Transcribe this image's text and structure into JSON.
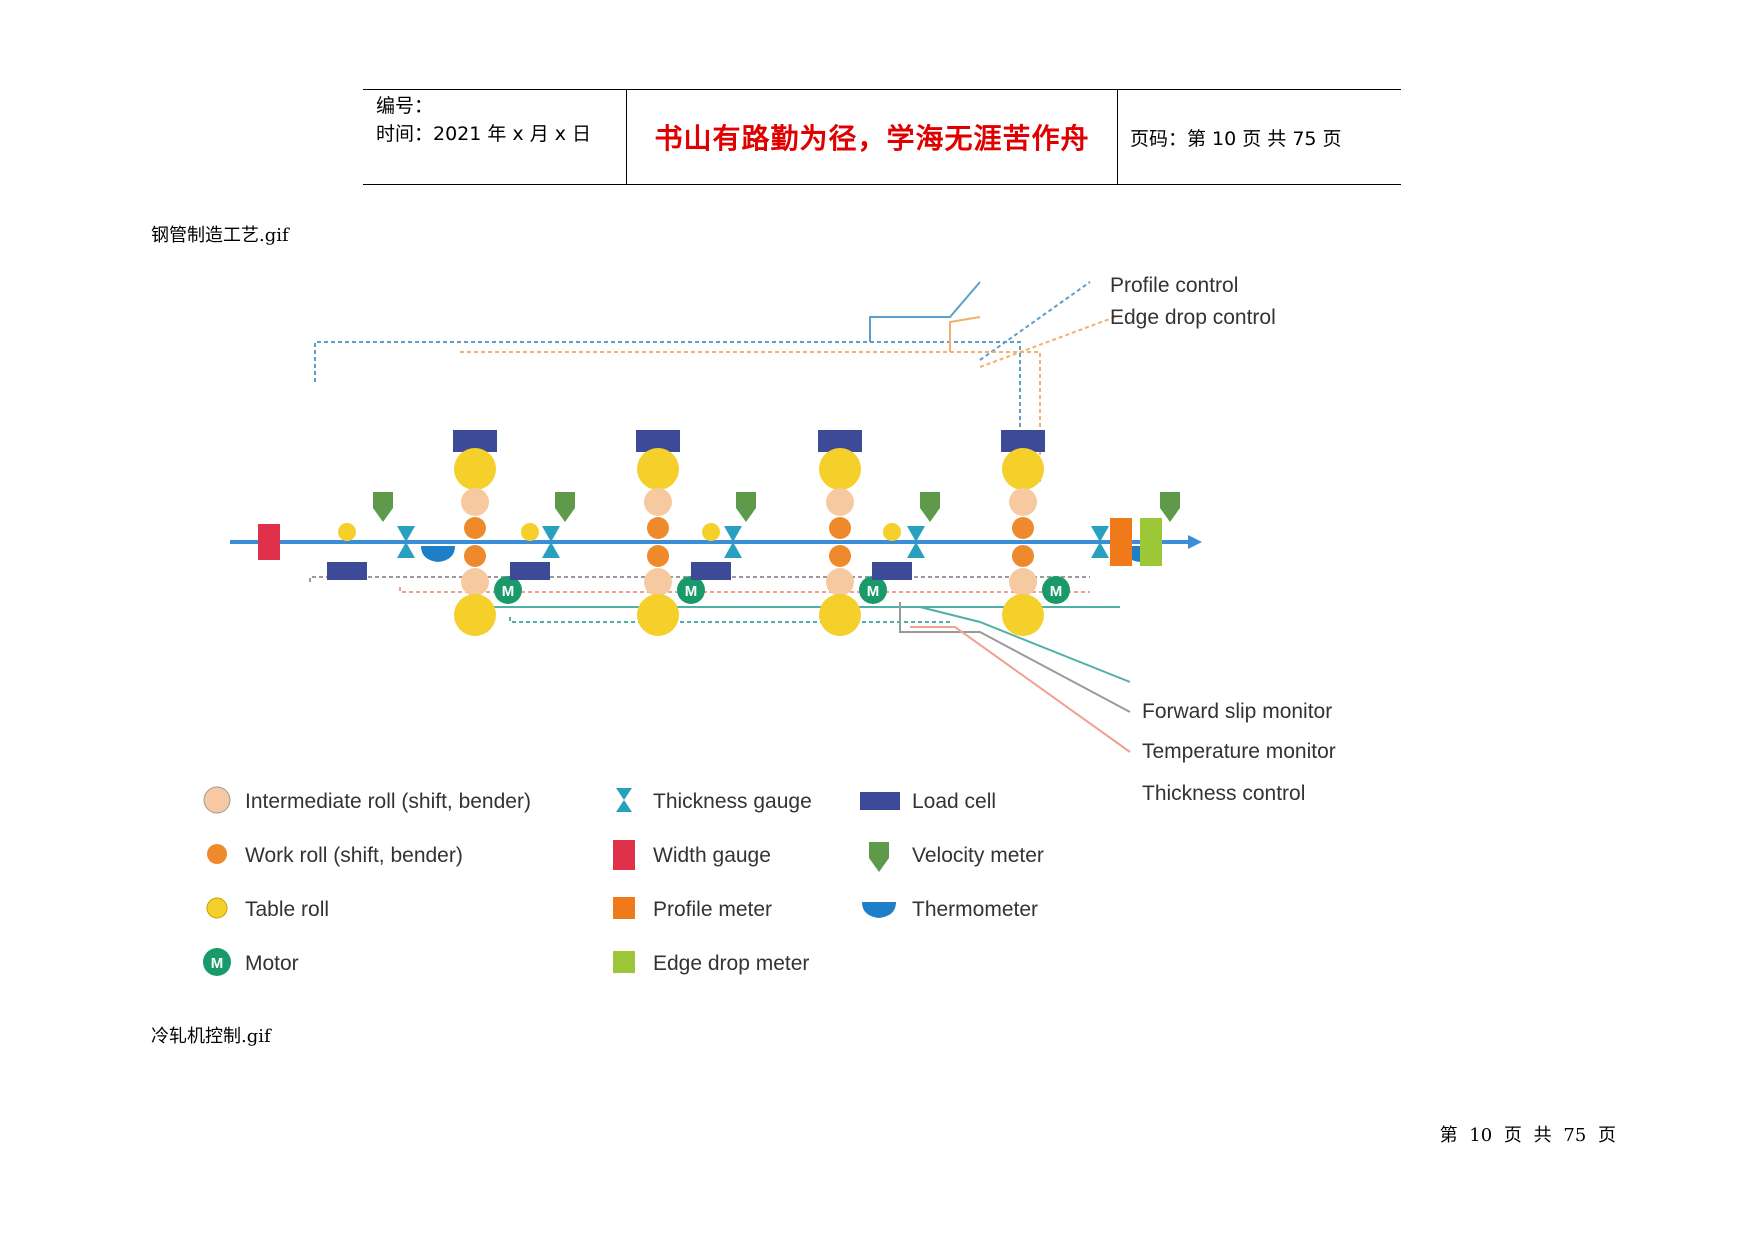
{
  "header": {
    "number_label": "编号：",
    "time_label": "时间：2021 年 x 月 x 日",
    "motto": "书山有路勤为径，学海无涯苦作舟",
    "page_info": "页码：第 10 页  共 75 页"
  },
  "captions": {
    "image1": "钢管制造工艺.gif",
    "image2": "冷轧机控制.gif"
  },
  "diagram": {
    "control_labels": {
      "profile_control": "Profile control",
      "edge_drop_control": "Edge drop control",
      "forward_slip_monitor": "Forward slip monitor",
      "temperature_monitor": "Temperature monitor",
      "thickness_control": "Thickness control"
    },
    "motor_letter": "M",
    "legend": {
      "intermediate_roll": "Intermediate roll (shift, bender)",
      "work_roll": "Work roll (shift, bender)",
      "table_roll": "Table roll",
      "motor": "Motor",
      "thickness_gauge": "Thickness gauge",
      "width_gauge": "Width gauge",
      "profile_meter": "Profile meter",
      "edge_drop_meter": "Edge drop meter",
      "load_cell": "Load cell",
      "velocity_meter": "Velocity meter",
      "thermometer": "Thermometer"
    },
    "colors": {
      "strip": "#3a8ed8",
      "backup_roll": "#f5cf2a",
      "intermediate_roll": "#f7c9a0",
      "work_roll": "#ee8a2c",
      "load_cell": "#3c4a98",
      "motor": "#1a9a6a",
      "velocity_meter": "#5f9a4a",
      "thickness_gauge": "#2aa0c0",
      "thermometer": "#1e7fc8",
      "width_gauge": "#e0304a",
      "profile_meter": "#f07a1a",
      "edge_drop_meter": "#9cc838",
      "control_blue": "#5aa0c8",
      "control_orange": "#f0b070",
      "control_teal": "#50b0a8",
      "control_pink": "#f0a090",
      "control_gray": "#9a9a9a"
    }
  },
  "footer": {
    "page_text": "第 10 页 共 75 页"
  }
}
